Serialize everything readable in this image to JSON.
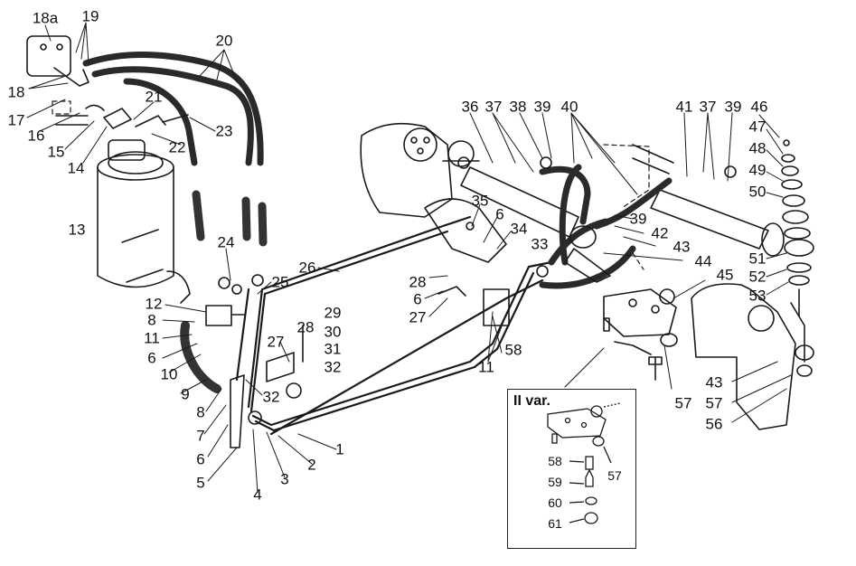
{
  "diagram": {
    "inset_title": "II var.",
    "labels": [
      "18a",
      "19",
      "18",
      "17",
      "16",
      "15",
      "14",
      "13",
      "20",
      "21",
      "22",
      "23",
      "24",
      "25",
      "26",
      "12",
      "8",
      "11",
      "6",
      "10",
      "9",
      "7",
      "5",
      "4",
      "3",
      "2",
      "1",
      "27",
      "28",
      "29",
      "30",
      "31",
      "32",
      "36",
      "37",
      "38",
      "39",
      "40",
      "35",
      "34",
      "33",
      "41",
      "46",
      "47",
      "48",
      "49",
      "50",
      "42",
      "43",
      "44",
      "45",
      "51",
      "52",
      "53",
      "56",
      "57",
      "58",
      "59",
      "60",
      "61"
    ],
    "callouts": [
      {
        "id": "c18a",
        "text": "18a"
      },
      {
        "id": "c19",
        "text": "19"
      },
      {
        "id": "c18",
        "text": "18"
      },
      {
        "id": "c17",
        "text": "17"
      },
      {
        "id": "c16",
        "text": "16"
      },
      {
        "id": "c15",
        "text": "15"
      },
      {
        "id": "c14",
        "text": "14"
      },
      {
        "id": "c13",
        "text": "13"
      },
      {
        "id": "c20",
        "text": "20"
      },
      {
        "id": "c21",
        "text": "21"
      },
      {
        "id": "c22",
        "text": "22"
      },
      {
        "id": "c23",
        "text": "23"
      },
      {
        "id": "c24",
        "text": "24"
      },
      {
        "id": "c25",
        "text": "25"
      },
      {
        "id": "c26",
        "text": "26"
      },
      {
        "id": "c12",
        "text": "12"
      },
      {
        "id": "c8a",
        "text": "8"
      },
      {
        "id": "c11a",
        "text": "11"
      },
      {
        "id": "c6a",
        "text": "6"
      },
      {
        "id": "c10",
        "text": "10"
      },
      {
        "id": "c9",
        "text": "9"
      },
      {
        "id": "c8b",
        "text": "8"
      },
      {
        "id": "c7",
        "text": "7"
      },
      {
        "id": "c6b",
        "text": "6"
      },
      {
        "id": "c5",
        "text": "5"
      },
      {
        "id": "c4",
        "text": "4"
      },
      {
        "id": "c3",
        "text": "3"
      },
      {
        "id": "c2",
        "text": "2"
      },
      {
        "id": "c1",
        "text": "1"
      },
      {
        "id": "c32a",
        "text": "32"
      },
      {
        "id": "c27a",
        "text": "27"
      },
      {
        "id": "c28a",
        "text": "28"
      },
      {
        "id": "c29",
        "text": "29"
      },
      {
        "id": "c30",
        "text": "30"
      },
      {
        "id": "c31",
        "text": "31"
      },
      {
        "id": "c32b",
        "text": "32"
      },
      {
        "id": "c28b",
        "text": "28"
      },
      {
        "id": "c6c",
        "text": "6"
      },
      {
        "id": "c27b",
        "text": "27"
      },
      {
        "id": "c11b",
        "text": "11"
      },
      {
        "id": "c58",
        "text": "58"
      },
      {
        "id": "c35",
        "text": "35"
      },
      {
        "id": "c6d",
        "text": "6"
      },
      {
        "id": "c34",
        "text": "34"
      },
      {
        "id": "c33",
        "text": "33"
      },
      {
        "id": "c36",
        "text": "36"
      },
      {
        "id": "c37a",
        "text": "37"
      },
      {
        "id": "c38",
        "text": "38"
      },
      {
        "id": "c39a",
        "text": "39"
      },
      {
        "id": "c40",
        "text": "40"
      },
      {
        "id": "c41",
        "text": "41"
      },
      {
        "id": "c37b",
        "text": "37"
      },
      {
        "id": "c39b",
        "text": "39"
      },
      {
        "id": "c46",
        "text": "46"
      },
      {
        "id": "c47",
        "text": "47"
      },
      {
        "id": "c48",
        "text": "48"
      },
      {
        "id": "c49",
        "text": "49"
      },
      {
        "id": "c50",
        "text": "50"
      },
      {
        "id": "c39c",
        "text": "39"
      },
      {
        "id": "c42",
        "text": "42"
      },
      {
        "id": "c43a",
        "text": "43"
      },
      {
        "id": "c44",
        "text": "44"
      },
      {
        "id": "c45",
        "text": "45"
      },
      {
        "id": "c51",
        "text": "51"
      },
      {
        "id": "c52",
        "text": "52"
      },
      {
        "id": "c53",
        "text": "53"
      },
      {
        "id": "c43b",
        "text": "43"
      },
      {
        "id": "c57a",
        "text": "57"
      },
      {
        "id": "c57b",
        "text": "57"
      },
      {
        "id": "c56",
        "text": "56"
      },
      {
        "id": "i58",
        "text": "58"
      },
      {
        "id": "i57",
        "text": "57"
      },
      {
        "id": "i59",
        "text": "59"
      },
      {
        "id": "i60",
        "text": "60"
      },
      {
        "id": "i61",
        "text": "61"
      }
    ]
  }
}
